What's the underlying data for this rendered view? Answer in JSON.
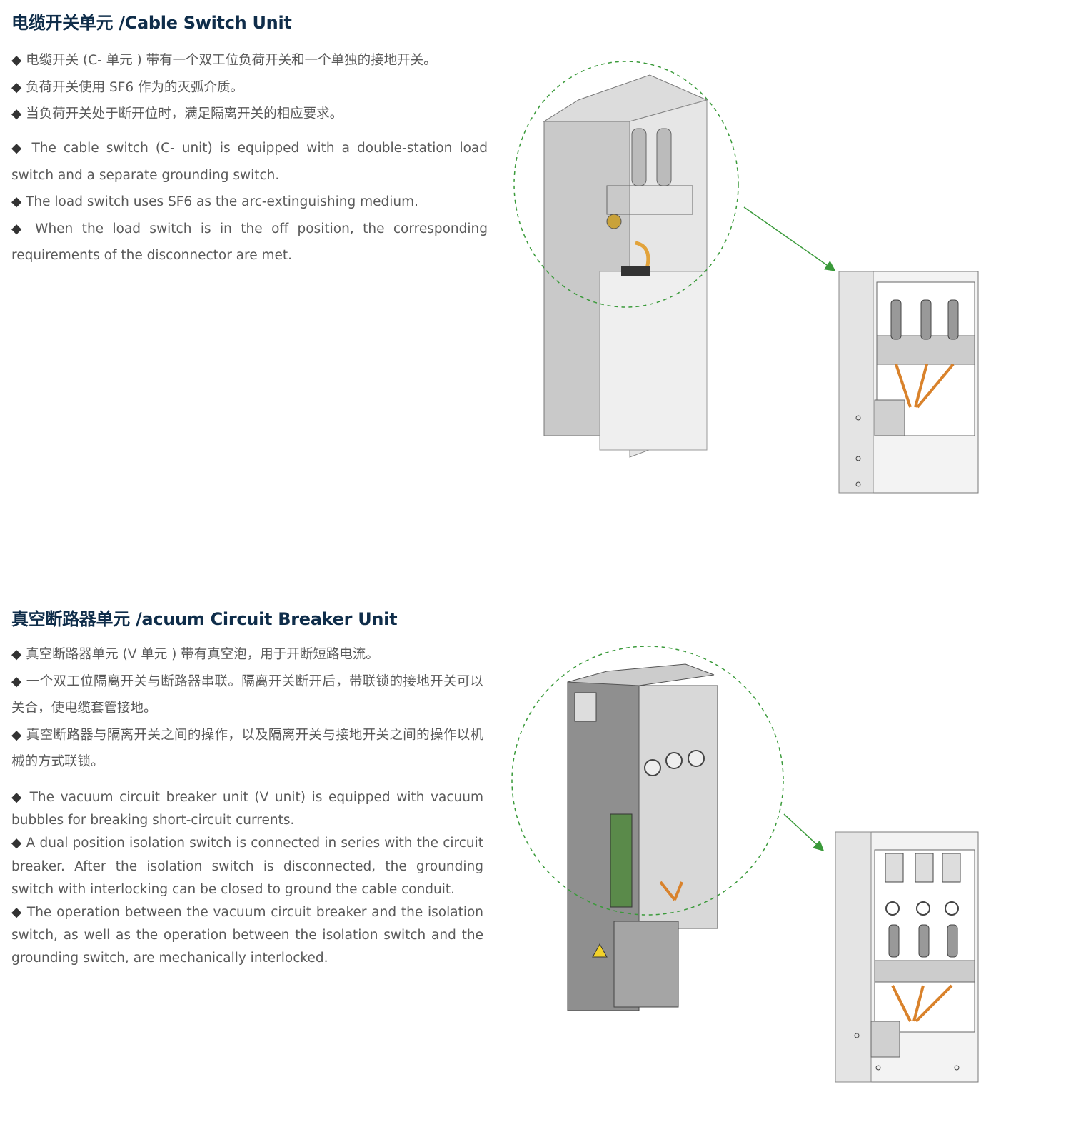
{
  "sections": [
    {
      "title": "电缆开关单元 /Cable Switch Unit",
      "cn_bullets": [
        "电缆开关 (C- 单元 ) 带有一个双工位负荷开关和一个单独的接地开关。",
        "负荷开关使用 SF6 作为的灭弧介质。",
        "当负荷开关处于断开位时，满足隔离开关的相应要求。"
      ],
      "en_bullets": [
        "The cable switch (C- unit) is equipped with a double-station load switch and a separate grounding switch.",
        "The load switch uses SF6 as the arc-extinguishing medium.",
        "When the load switch is in the off position, the corresponding requirements of the disconnector are met."
      ]
    },
    {
      "title": "真空断路器单元 /acuum Circuit Breaker Unit",
      "cn_bullets": [
        "真空断路器单元 (V 单元 ) 带有真空泡，用于开断短路电流。",
        "一个双工位隔离开关与断路器串联。隔离开关断开后，带联锁的接地开关可以关合，使电缆套管接地。",
        "真空断路器与隔离开关之间的操作，以及隔离开关与接地开关之间的操作以机械的方式联锁。"
      ],
      "en_bullets": [
        "The vacuum circuit breaker unit (V unit) is equipped with vacuum bubbles for breaking short-circuit currents.",
        "A dual position isolation switch is connected in series with the circuit breaker. After the isolation switch is disconnected, the grounding switch with interlocking can be closed to ground the cable conduit.",
        "The operation between the vacuum circuit breaker and the isolation switch, as well as the operation between the isolation switch and the grounding switch, are mechanically interlocked."
      ]
    }
  ],
  "colors": {
    "heading": "#0f2d4a",
    "accent_green": "#3a9a3a",
    "copper": "#d9822b"
  }
}
